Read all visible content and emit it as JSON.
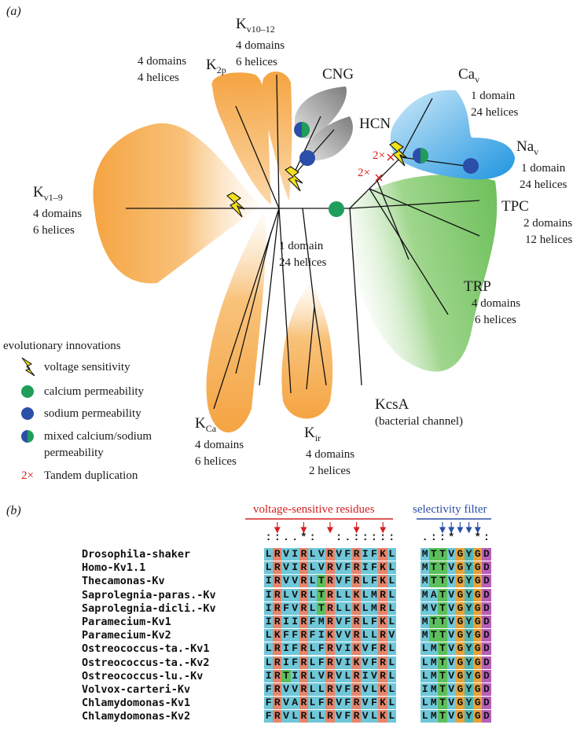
{
  "panel_a_label": "(a)",
  "panel_b_label": "(b)",
  "tree": {
    "kv19": {
      "name": "K",
      "sub": "v1–9",
      "domains": "4 domains",
      "helices": "6 helices"
    },
    "k2p": {
      "name": "K",
      "sub": "2p",
      "domains": "4 domains",
      "helices": "4 helices"
    },
    "kv1012": {
      "name": "K",
      "sub": "v10–12",
      "domains": "4 domains",
      "helices": "6 helices"
    },
    "cng": "CNG",
    "hcn": "HCN",
    "cav": {
      "name": "Ca",
      "sub": "v",
      "domains": "1 domain",
      "helices": "24 helices"
    },
    "nav": {
      "name": "Na",
      "sub": "v",
      "domains": "1 domain",
      "helices": "24 helices"
    },
    "tpc": {
      "name": "TPC",
      "domains": "2 domains",
      "helices": "12 helices"
    },
    "trp": {
      "name": "TRP",
      "domains": "4 domains",
      "helices": "6 helices"
    },
    "kcsa": {
      "name": "KcsA",
      "note": "(bacterial channel)"
    },
    "kir": {
      "name": "K",
      "sub": "ir",
      "domains": "4 domains",
      "helices": "2 helices"
    },
    "kca": {
      "name": "K",
      "sub": "Ca",
      "domains": "4 domains",
      "helices": "6 helices"
    },
    "center": {
      "domains": "1 domain",
      "helices": "24 helices"
    },
    "dup1": "2×",
    "dup2": "2×"
  },
  "legend": {
    "title": "evolutionary innovations",
    "voltage": "voltage sensitivity",
    "calcium": "calcium permeability",
    "sodium": "sodium permeability",
    "mixed_1": "mixed calcium/sodium",
    "mixed_2": "permeability",
    "tandem_symbol": "2×",
    "tandem": "Tandem duplication"
  },
  "colors": {
    "orange": "#f5a442",
    "green": "#7cc36a",
    "blue": "#3a9fe0",
    "gray": "#8a8a8a",
    "calcium_dot": "#1e9e5a",
    "sodium_dot": "#2b4ea8",
    "red": "#d62020"
  },
  "alignment": {
    "header_voltage": "voltage-sensitive residues",
    "header_selectivity": "selectivity filter",
    "conservation_left": "::..*:  :.:::::",
    "conservation_right": ".::*  *:",
    "names": [
      "Drosophila-shaker",
      "Homo-Kv1.1",
      "Thecamonas-Kv",
      "Saprolegnia-paras.-Kv",
      "Saprolegnia-dicli.-Kv",
      "Paramecium-Kv1",
      "Paramecium-Kv2",
      "Ostreococcus-ta.-Kv1",
      "Ostreococcus-ta.-Kv2",
      "Ostreococcus-lu.-Kv",
      "Volvox-carteri-Kv",
      "Chlamydomonas-Kv1",
      "Chlamydomonas-Kv2"
    ],
    "seq_left": [
      "LRVIRLVRVFRIFKL",
      "LRVIRLVRVFRIFKL",
      "IRVVRLTRVFRLFKL",
      "IRLVRLTRLLKLMRL",
      "IRFVRLTRLLKLMRL",
      "IRIIRFMRVFRLFKL",
      "LKFFRFIKVVRLLRV",
      "LRIFRLFRVIKVFRL",
      "LRIFRLFRVIKVFRL",
      "IRTIRLVRVLRIVRL",
      "FRVVRLLRVFRVLKL",
      "FRVARLFRVFRVFKL",
      "FRVLRLLRVFRVLKL"
    ],
    "seq_right": [
      "MTTVGYGD",
      "MTTVGYGD",
      "MTTVGYGD",
      "MATVGYGD",
      "MVTVGYGD",
      "MTTVGYGD",
      "MTTVGYGD",
      "LMTVGYGD",
      "LMTVGYGD",
      "LMTVGYGD",
      "IMTVGYGD",
      "LMTVGYGD",
      "LMTVGYGD"
    ]
  }
}
